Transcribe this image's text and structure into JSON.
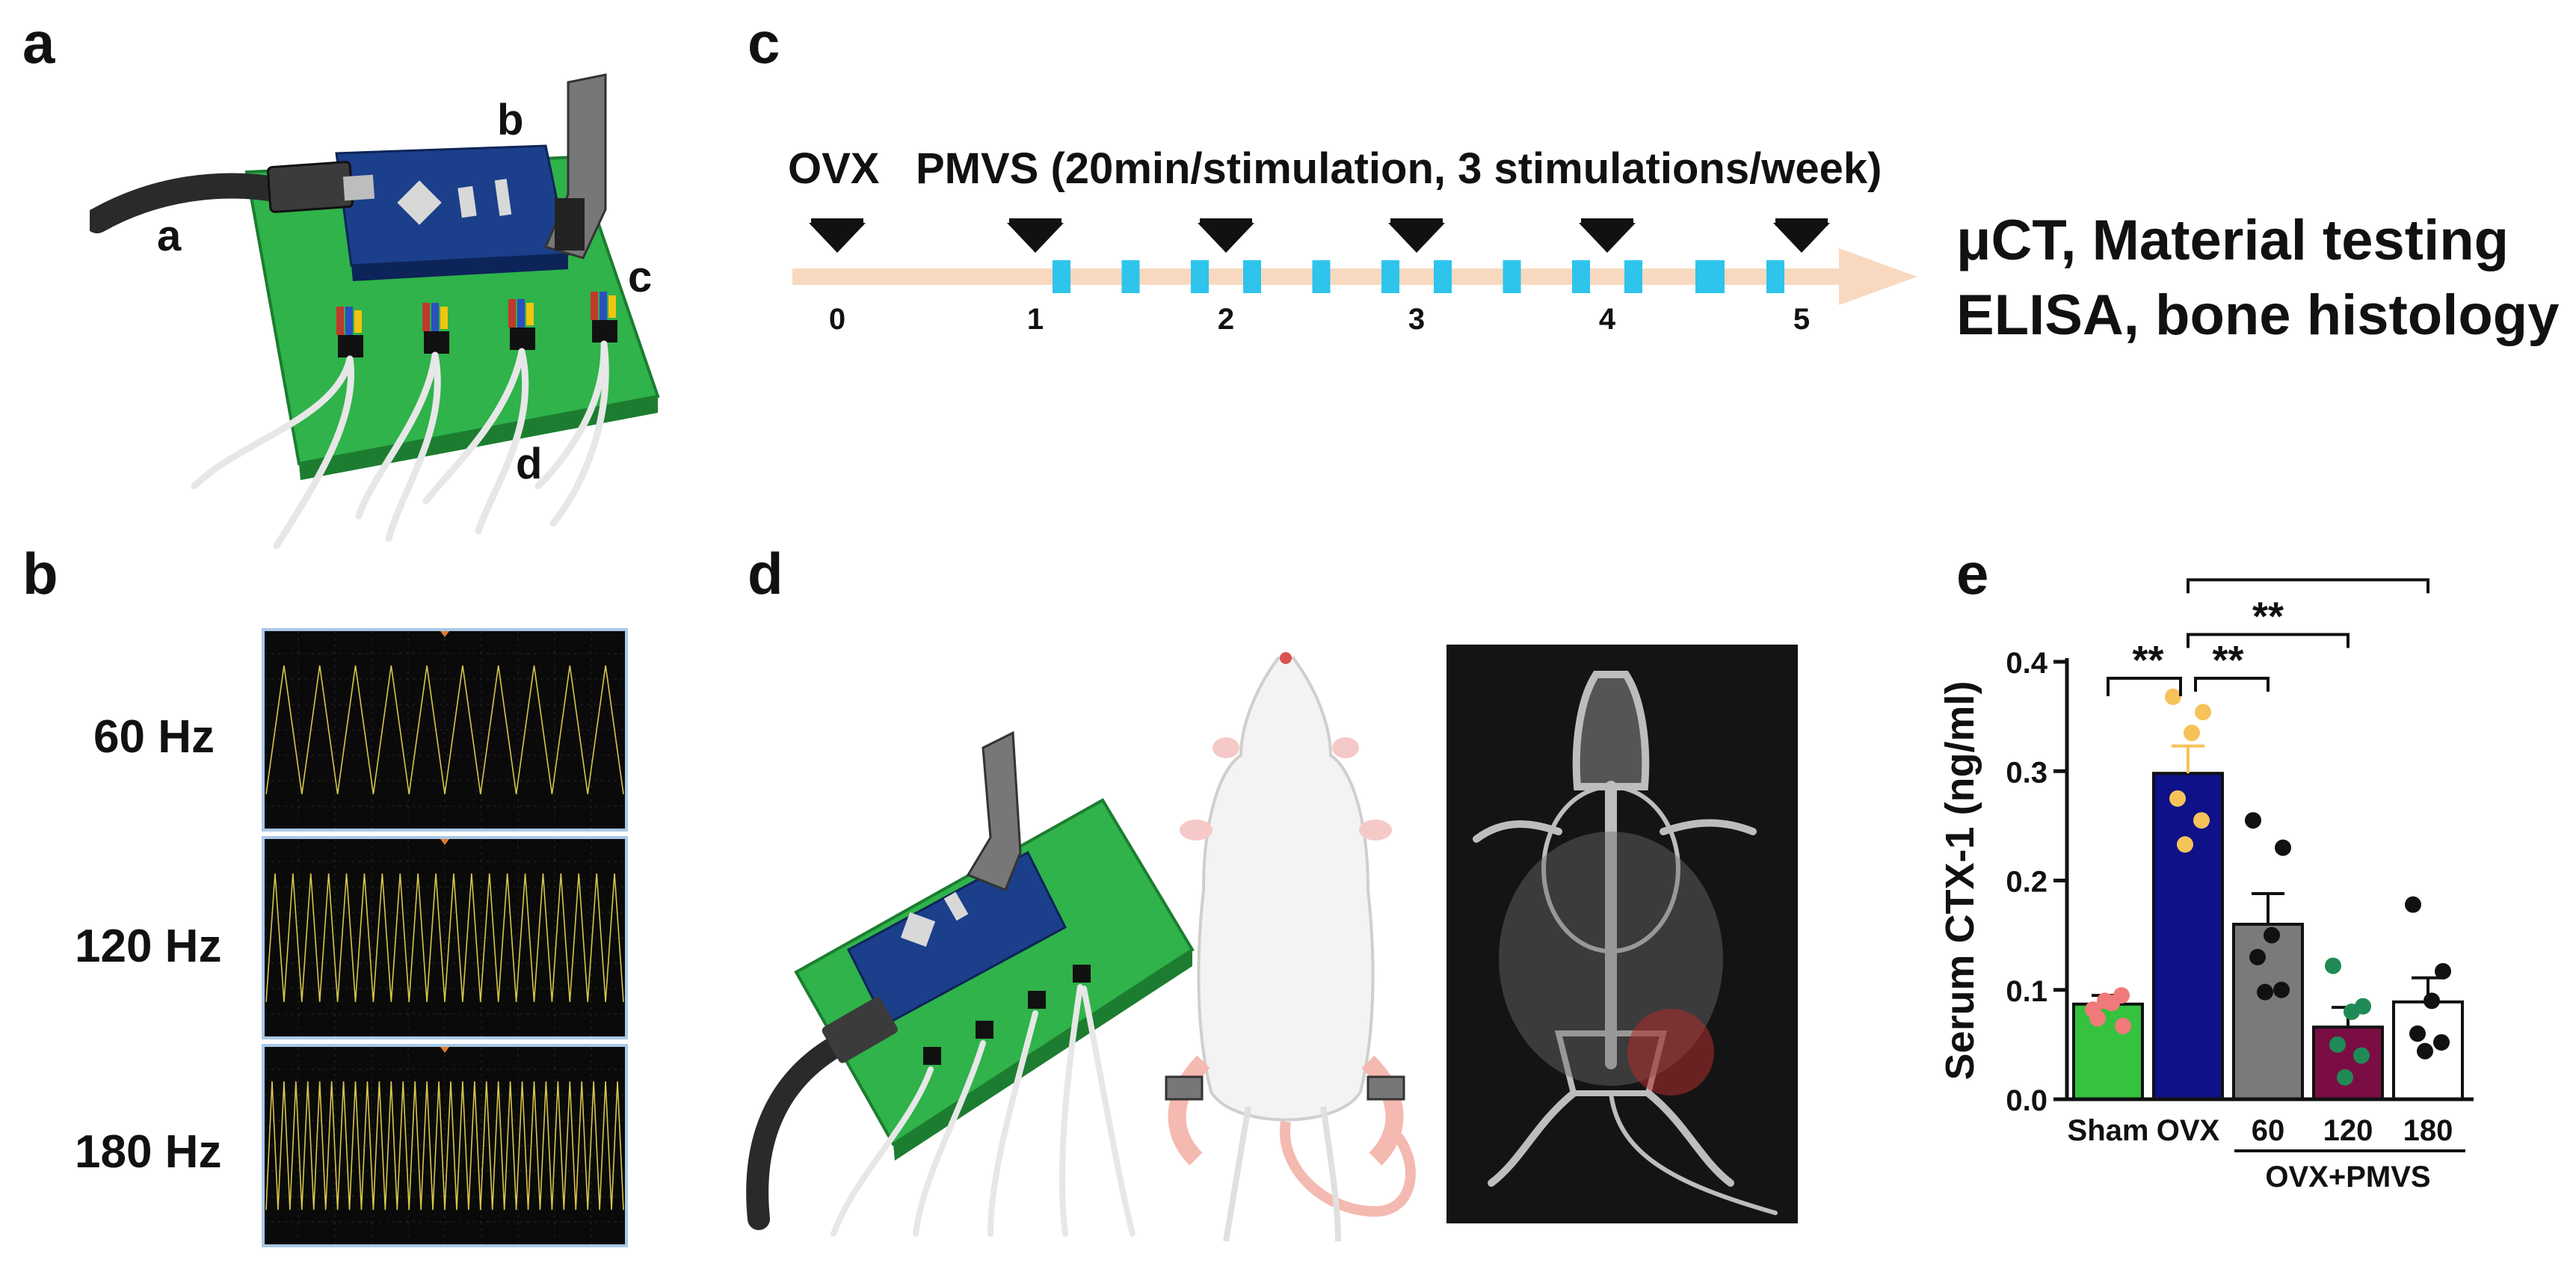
{
  "panels": {
    "a": {
      "label": "a",
      "callouts": [
        "a",
        "b",
        "c",
        "d"
      ]
    },
    "b": {
      "label": "b",
      "traces": [
        {
          "label": "60 Hz",
          "cycles": 10
        },
        {
          "label": "120 Hz",
          "cycles": 20
        },
        {
          "label": "180 Hz",
          "cycles": 30
        }
      ]
    },
    "c": {
      "label": "c",
      "start_label": "OVX",
      "protocol": "PMVS (20min/stimulation, 3 stimulations/week)",
      "ticks": [
        "0",
        "1",
        "2",
        "3",
        "4",
        "5"
      ],
      "outcomes": [
        "μCT, Material testing",
        "ELISA, bone histology"
      ]
    },
    "d": {
      "label": "d"
    },
    "e": {
      "label": "e"
    }
  },
  "colors": {
    "board_green": "#2fb34a",
    "board_dark": "#1c7d30",
    "module_blue": "#1b3f8a",
    "scope_bg": "#0a0a0a",
    "scope_trace": "#d6c64a",
    "scope_frame": "#a9c8e6",
    "timeline": "#f8d9bf",
    "stim_block": "#2ec4ec"
  },
  "chart_data": {
    "type": "bar",
    "categories": [
      "Sham",
      "OVX",
      "60",
      "120",
      "180"
    ],
    "group_label": "OVX+PMVS",
    "ylabel": "Serum CTX-1 (ng/ml)",
    "ylim": [
      0.0,
      0.4
    ],
    "yticks": [
      "0.0",
      "0.1",
      "0.2",
      "0.3",
      "0.4"
    ],
    "values": [
      0.087,
      0.298,
      0.16,
      0.066,
      0.089
    ],
    "errors": [
      0.008,
      0.025,
      0.028,
      0.018,
      0.022
    ],
    "bar_colors": [
      "#34c23f",
      "#0e1187",
      "#7a7a7a",
      "#7a0d44",
      "#ffffff"
    ],
    "point_colors": [
      "#f07a7a",
      "#f6c25a",
      "#111111",
      "#1f8a55",
      "#111111"
    ],
    "points": [
      [
        0.082,
        0.067,
        0.088,
        0.074,
        0.095,
        0.09
      ],
      [
        0.368,
        0.354,
        0.335,
        0.275,
        0.255,
        0.233
      ],
      [
        0.255,
        0.23,
        0.15,
        0.13,
        0.1,
        0.098
      ],
      [
        0.122,
        0.085,
        0.08,
        0.05,
        0.04,
        0.02
      ],
      [
        0.178,
        0.117,
        0.09,
        0.06,
        0.052,
        0.044
      ]
    ],
    "significance": [
      {
        "pair": [
          "Sham",
          "OVX"
        ],
        "label": "**"
      },
      {
        "pair": [
          "OVX",
          "60"
        ],
        "label": "**"
      },
      {
        "pair": [
          "OVX",
          "120"
        ],
        "label": "**"
      },
      {
        "pair": [
          "OVX",
          "180"
        ],
        "label": "**"
      }
    ]
  }
}
